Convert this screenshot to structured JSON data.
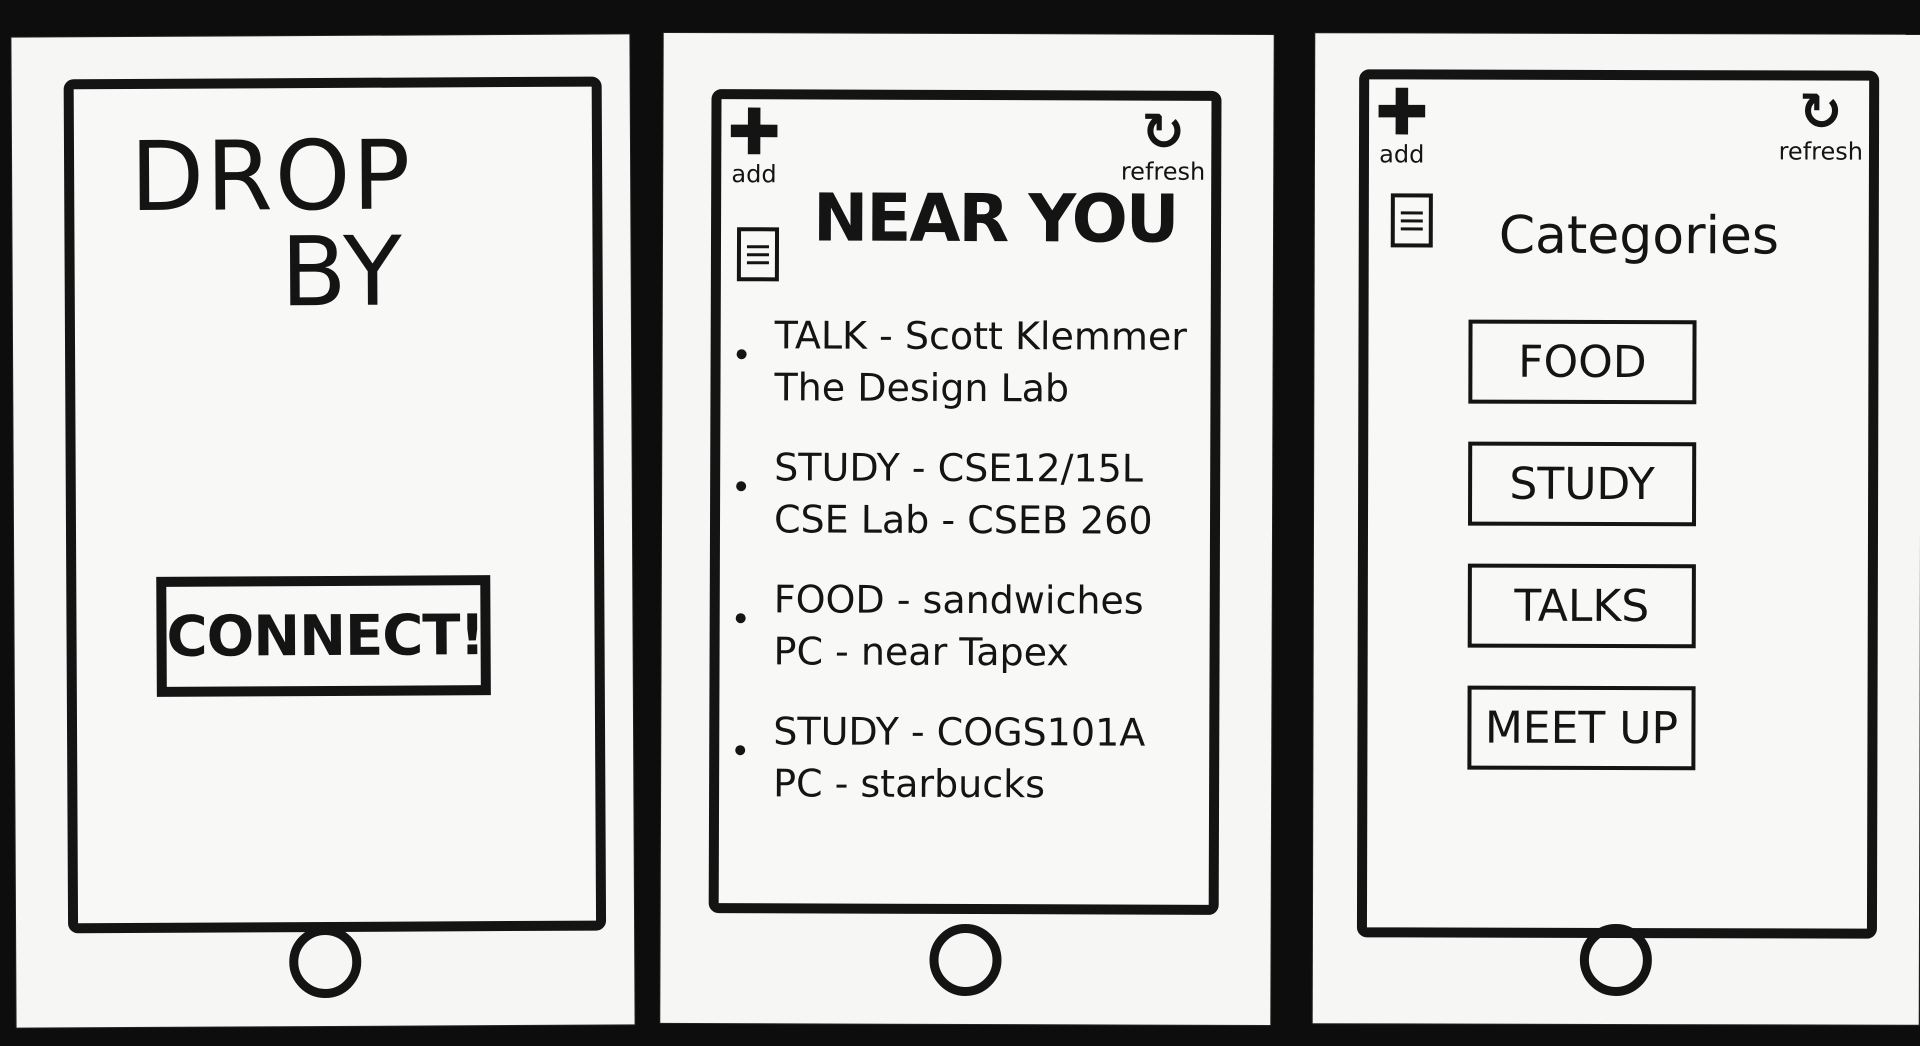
{
  "screen_login": {
    "logo_line1": "DROP",
    "logo_line2": "BY",
    "connect_label": "CONNECT!"
  },
  "toolbar": {
    "add_label": "add",
    "refresh_label": "refresh",
    "add_glyph": "✚",
    "refresh_glyph": "↻"
  },
  "screen_feed": {
    "title": "NEAR YOU",
    "items": [
      {
        "line1": "TALK - Scott Klemmer",
        "line2": "The Design Lab"
      },
      {
        "line1": "STUDY - CSE12/15L",
        "line2": "CSE Lab - CSEB 260"
      },
      {
        "line1": "FOOD - sandwiches",
        "line2": "PC - near Tapex"
      },
      {
        "line1": "STUDY - COGS101A",
        "line2": "PC - starbucks"
      }
    ]
  },
  "screen_categories": {
    "title": "Categories",
    "items": [
      "FOOD",
      "STUDY",
      "TALKS",
      "MEET UP"
    ]
  },
  "icons": {
    "add": "plus-icon",
    "refresh": "refresh-icon",
    "menu": "list-menu-icon",
    "home": "home-button-icon"
  },
  "colors": {
    "ink": "#141414",
    "paper": "#f6f6f4",
    "background": "#0d0d0d"
  }
}
